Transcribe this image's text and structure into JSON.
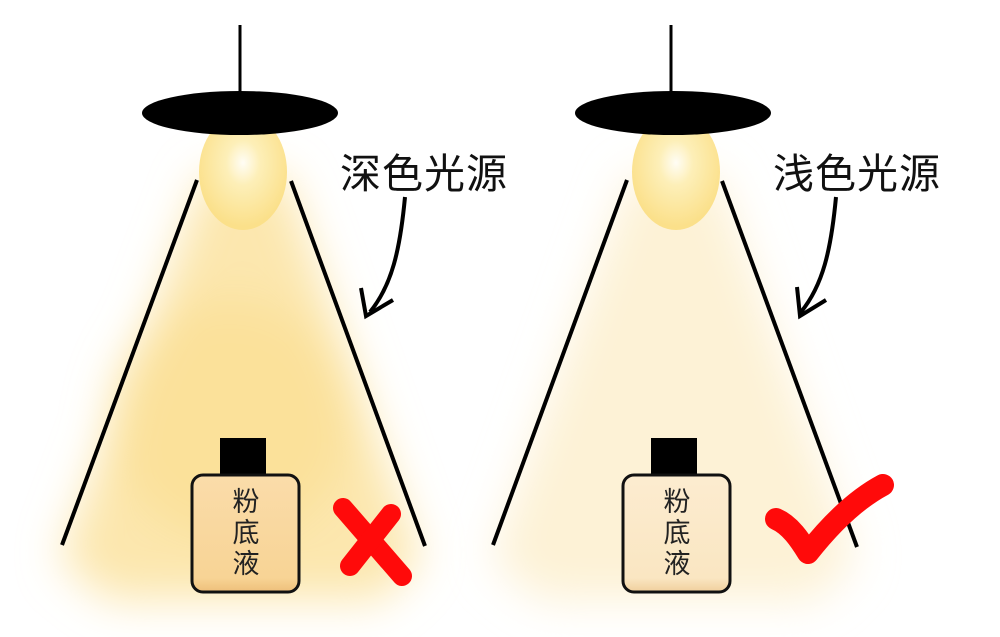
{
  "panels": [
    {
      "id": "dark",
      "light_label": "深色光源",
      "bottle_label": [
        "粉",
        "底",
        "液"
      ],
      "verdict": "wrong",
      "verdict_icon": "cross-icon",
      "glow_color": "#fbe5a6",
      "bottle_color": "#f9d79c",
      "mark_color": "#ff0a0a"
    },
    {
      "id": "light",
      "light_label": "浅色光源",
      "bottle_label": [
        "粉",
        "底",
        "液"
      ],
      "verdict": "correct",
      "verdict_icon": "check-icon",
      "glow_color": "#fdf3d8",
      "bottle_color": "#fbe8c4",
      "mark_color": "#ff0a0a"
    }
  ],
  "colors": {
    "outline": "#000000",
    "bulb": "#fbe08e",
    "bulb_center": "#fffdf3"
  }
}
